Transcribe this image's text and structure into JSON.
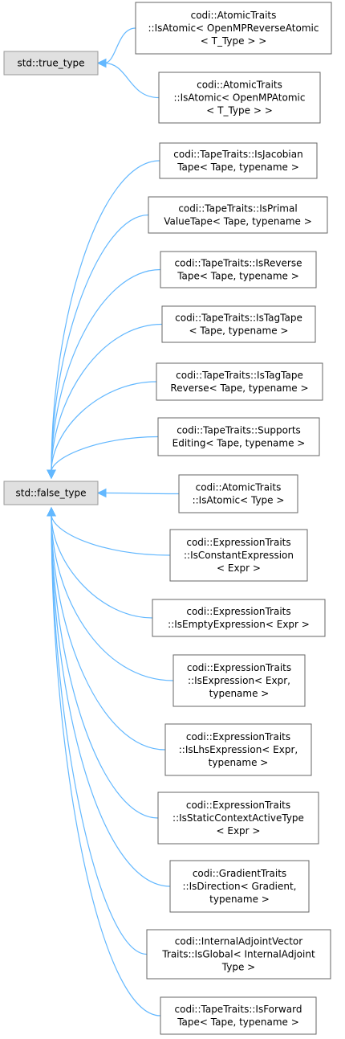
{
  "colors": {
    "edge": "#63b8ff",
    "node_border": "#666666",
    "base_fill": "#e0e0e0",
    "base_border": "#999999"
  },
  "bases": {
    "true_type": {
      "lines": [
        "std::true_type"
      ]
    },
    "false_type": {
      "lines": [
        "std::false_type"
      ]
    }
  },
  "derived": [
    {
      "lines": [
        "codi::AtomicTraits",
        "::IsAtomic< OpenMPReverseAtomic",
        "< T_Type > >"
      ],
      "base": "true_type"
    },
    {
      "lines": [
        "codi::AtomicTraits",
        "::IsAtomic< OpenMPAtomic",
        "< T_Type > >"
      ],
      "base": "true_type"
    },
    {
      "lines": [
        "codi::TapeTraits::IsJacobian",
        "Tape< Tape, typename >"
      ],
      "base": "false_type"
    },
    {
      "lines": [
        "codi::TapeTraits::IsPrimal",
        "ValueTape< Tape, typename >"
      ],
      "base": "false_type"
    },
    {
      "lines": [
        "codi::TapeTraits::IsReverse",
        "Tape< Tape, typename >"
      ],
      "base": "false_type"
    },
    {
      "lines": [
        "codi::TapeTraits::IsTagTape",
        "< Tape, typename >"
      ],
      "base": "false_type"
    },
    {
      "lines": [
        "codi::TapeTraits::IsTagTape",
        "Reverse< Tape, typename >"
      ],
      "base": "false_type"
    },
    {
      "lines": [
        "codi::TapeTraits::Supports",
        "Editing< Tape, typename >"
      ],
      "base": "false_type"
    },
    {
      "lines": [
        "codi::AtomicTraits",
        "::IsAtomic< Type >"
      ],
      "base": "false_type"
    },
    {
      "lines": [
        "codi::ExpressionTraits",
        "::IsConstantExpression",
        "< Expr >"
      ],
      "base": "false_type"
    },
    {
      "lines": [
        "codi::ExpressionTraits",
        "::IsEmptyExpression< Expr >"
      ],
      "base": "false_type"
    },
    {
      "lines": [
        "codi::ExpressionTraits",
        "::IsExpression< Expr,",
        "typename >"
      ],
      "base": "false_type"
    },
    {
      "lines": [
        "codi::ExpressionTraits",
        "::IsLhsExpression< Expr,",
        "typename >"
      ],
      "base": "false_type"
    },
    {
      "lines": [
        "codi::ExpressionTraits",
        "::IsStaticContextActiveType",
        "< Expr >"
      ],
      "base": "false_type"
    },
    {
      "lines": [
        "codi::GradientTraits",
        "::IsDirection< Gradient,",
        "typename >"
      ],
      "base": "false_type"
    },
    {
      "lines": [
        "codi::InternalAdjointVector",
        "Traits::IsGlobal< InternalAdjoint",
        "Type >"
      ],
      "base": "false_type"
    },
    {
      "lines": [
        "codi::TapeTraits::IsForward",
        "Tape< Tape, typename >"
      ],
      "base": "false_type"
    }
  ]
}
